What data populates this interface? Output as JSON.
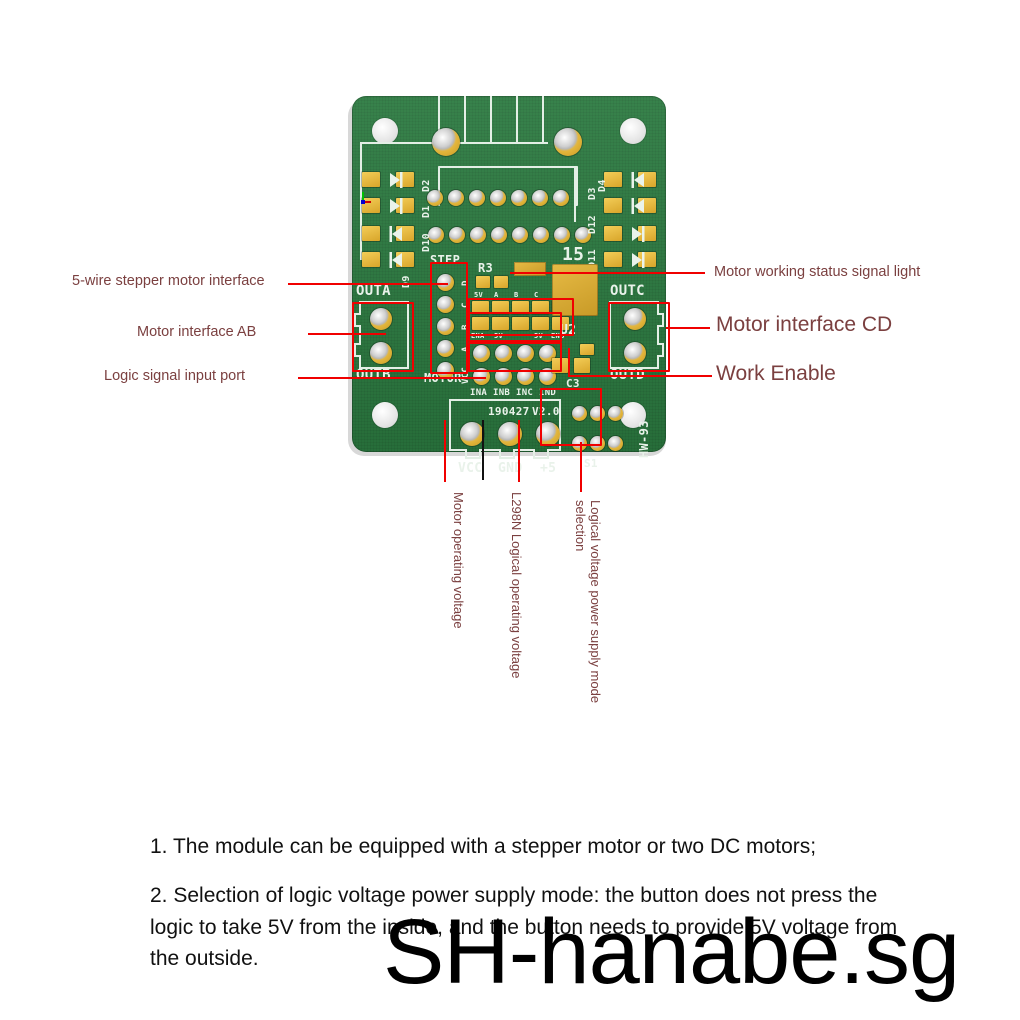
{
  "watermark": "SH-hanabe.sg",
  "annotations": {
    "left": [
      {
        "id": "stepper",
        "label": "5-wire stepper motor interface"
      },
      {
        "id": "motor-ab",
        "label": "Motor interface AB"
      },
      {
        "id": "logic-in",
        "label": "Logic signal input port"
      }
    ],
    "right": [
      {
        "id": "status-light",
        "label": "Motor working status signal light"
      },
      {
        "id": "motor-cd",
        "label": "Motor interface CD"
      },
      {
        "id": "work-enable",
        "label": "Work Enable"
      }
    ],
    "bottom": [
      {
        "id": "vcc",
        "label": "Motor operating voltage"
      },
      {
        "id": "plus5",
        "label": "L298N Logical operating voltage"
      },
      {
        "id": "s1",
        "label": "Logical voltage power supply mode\nselection"
      }
    ]
  },
  "silkscreen": {
    "outa": "OUTA",
    "outb": "OUTB",
    "outc": "OUTC",
    "outd": "OUTD",
    "step": "STEP",
    "motor": "MOTOR",
    "r3": "R3",
    "u2": "U2",
    "c3": "C3",
    "s1": "S1",
    "fifteen": "15",
    "hw93": "HW-93",
    "date_code": "190427",
    "version": "V2.0",
    "vcc": "VCC",
    "gnd": "GND",
    "plus5": "+5",
    "diodes_left": [
      "D2",
      "D1",
      "D10",
      "D9"
    ],
    "diodes_right": [
      "D4",
      "D3",
      "D12",
      "D11"
    ],
    "motor_pins": [
      "D",
      "C",
      "B",
      "A",
      "VCC"
    ],
    "led_top_labels": [
      "5V",
      "A",
      "B",
      "C",
      "D"
    ],
    "led_bottom_labels": [
      "ENA",
      "5V",
      "5V",
      "ENB"
    ],
    "logic_pins": [
      "INA",
      "INB",
      "INC",
      "IND"
    ]
  },
  "notes": {
    "note1": "1. The module can be equipped with a stepper motor or two DC motors;",
    "note2": "2. Selection of logic voltage power supply mode: the button does not press the logic to take 5V from the inside, and the button needs to provide 5V voltage from the outside."
  },
  "colors": {
    "pcb_green": "#2b7a40",
    "pad_gold": "#e3b63c",
    "annotation_red": "#f00000",
    "label_maroon": "#7b4040",
    "silk_white": "#e9f2ea"
  }
}
